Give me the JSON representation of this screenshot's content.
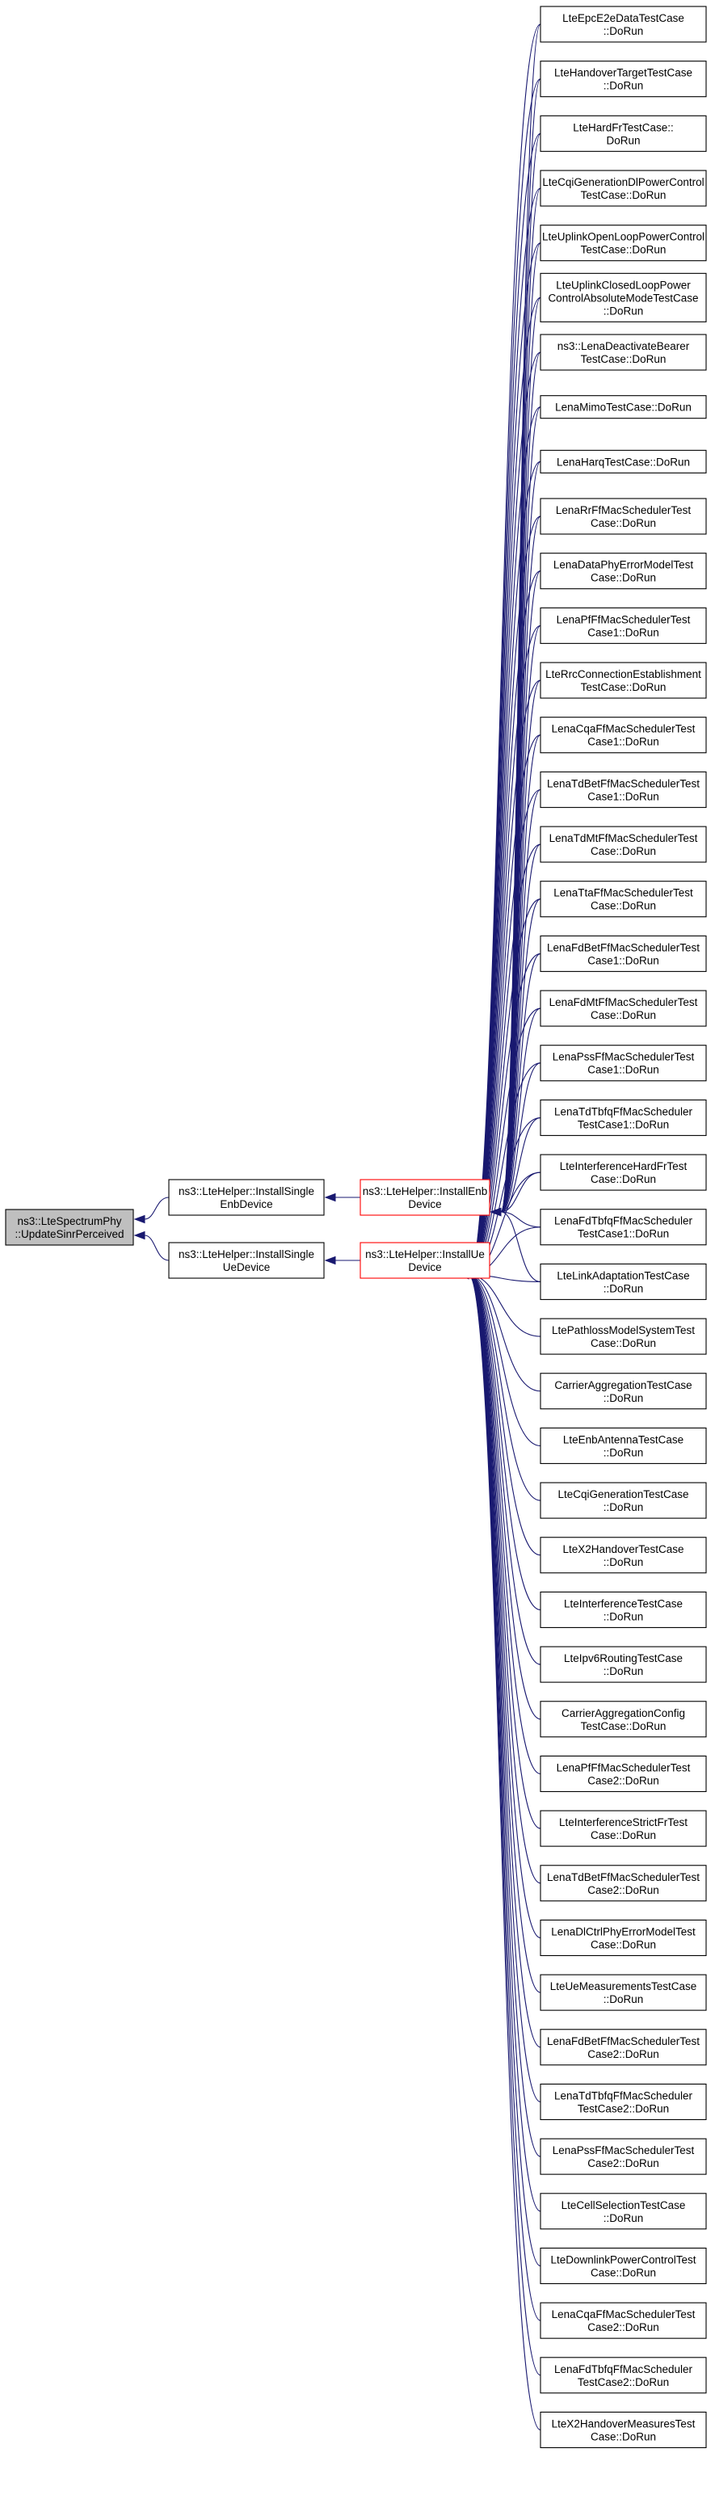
{
  "colors": {
    "edge": "#191970",
    "node_border": "#000000",
    "highlight_border": "#ff0000",
    "root_fill": "#bfbfbf",
    "node_fill": "#ffffff"
  },
  "nodes": {
    "root": [
      "ns3::LteSpectrumPhy",
      "::UpdateSinrPerceived"
    ],
    "single_enb": [
      "ns3::LteHelper::InstallSingle",
      "EnbDevice"
    ],
    "single_ue": [
      "ns3::LteHelper::InstallSingle",
      "UeDevice"
    ],
    "install_enb": [
      "ns3::LteHelper::InstallEnb",
      "Device"
    ],
    "install_ue": [
      "ns3::LteHelper::InstallUe",
      "Device"
    ],
    "callers": [
      [
        "LteEpcE2eDataTestCase",
        "::DoRun"
      ],
      [
        "LteHandoverTargetTestCase",
        "::DoRun"
      ],
      [
        "LteHardFrTestCase::",
        "DoRun"
      ],
      [
        "LteCqiGenerationDlPowerControl",
        "TestCase::DoRun"
      ],
      [
        "LteUplinkOpenLoopPowerControl",
        "TestCase::DoRun"
      ],
      [
        "LteUplinkClosedLoopPower",
        "ControlAbsoluteModeTestCase",
        "::DoRun"
      ],
      [
        "ns3::LenaDeactivateBearer",
        "TestCase::DoRun"
      ],
      [
        "LenaMimoTestCase::DoRun"
      ],
      [
        "LenaHarqTestCase::DoRun"
      ],
      [
        "LenaRrFfMacSchedulerTest",
        "Case::DoRun"
      ],
      [
        "LenaDataPhyErrorModelTest",
        "Case::DoRun"
      ],
      [
        "LenaPfFfMacSchedulerTest",
        "Case1::DoRun"
      ],
      [
        "LteRrcConnectionEstablishment",
        "TestCase::DoRun"
      ],
      [
        "LenaCqaFfMacSchedulerTest",
        "Case1::DoRun"
      ],
      [
        "LenaTdBetFfMacSchedulerTest",
        "Case1::DoRun"
      ],
      [
        "LenaTdMtFfMacSchedulerTest",
        "Case::DoRun"
      ],
      [
        "LenaTtaFfMacSchedulerTest",
        "Case::DoRun"
      ],
      [
        "LenaFdBetFfMacSchedulerTest",
        "Case1::DoRun"
      ],
      [
        "LenaFdMtFfMacSchedulerTest",
        "Case::DoRun"
      ],
      [
        "LenaPssFfMacSchedulerTest",
        "Case1::DoRun"
      ],
      [
        "LenaTdTbfqFfMacScheduler",
        "TestCase1::DoRun"
      ],
      [
        "LteInterferenceHardFrTest",
        "Case::DoRun"
      ],
      [
        "LenaFdTbfqFfMacScheduler",
        "TestCase1::DoRun"
      ],
      [
        "LteLinkAdaptationTestCase",
        "::DoRun"
      ],
      [
        "LtePathlossModelSystemTest",
        "Case::DoRun"
      ],
      [
        "CarrierAggregationTestCase",
        "::DoRun"
      ],
      [
        "LteEnbAntennaTestCase",
        "::DoRun"
      ],
      [
        "LteCqiGenerationTestCase",
        "::DoRun"
      ],
      [
        "LteX2HandoverTestCase",
        "::DoRun"
      ],
      [
        "LteInterferenceTestCase",
        "::DoRun"
      ],
      [
        "LteIpv6RoutingTestCase",
        "::DoRun"
      ],
      [
        "CarrierAggregationConfig",
        "TestCase::DoRun"
      ],
      [
        "LenaPfFfMacSchedulerTest",
        "Case2::DoRun"
      ],
      [
        "LteInterferenceStrictFrTest",
        "Case::DoRun"
      ],
      [
        "LenaTdBetFfMacSchedulerTest",
        "Case2::DoRun"
      ],
      [
        "LenaDlCtrlPhyErrorModelTest",
        "Case::DoRun"
      ],
      [
        "LteUeMeasurementsTestCase",
        "::DoRun"
      ],
      [
        "LenaFdBetFfMacSchedulerTest",
        "Case2::DoRun"
      ],
      [
        "LenaTdTbfqFfMacScheduler",
        "TestCase2::DoRun"
      ],
      [
        "LenaPssFfMacSchedulerTest",
        "Case2::DoRun"
      ],
      [
        "LteCellSelectionTestCase",
        "::DoRun"
      ],
      [
        "LteDownlinkPowerControlTest",
        "Case::DoRun"
      ],
      [
        "LenaCqaFfMacSchedulerTest",
        "Case2::DoRun"
      ],
      [
        "LenaFdTbfqFfMacScheduler",
        "TestCase2::DoRun"
      ],
      [
        "LteX2HandoverMeasuresTest",
        "Case::DoRun"
      ]
    ]
  }
}
